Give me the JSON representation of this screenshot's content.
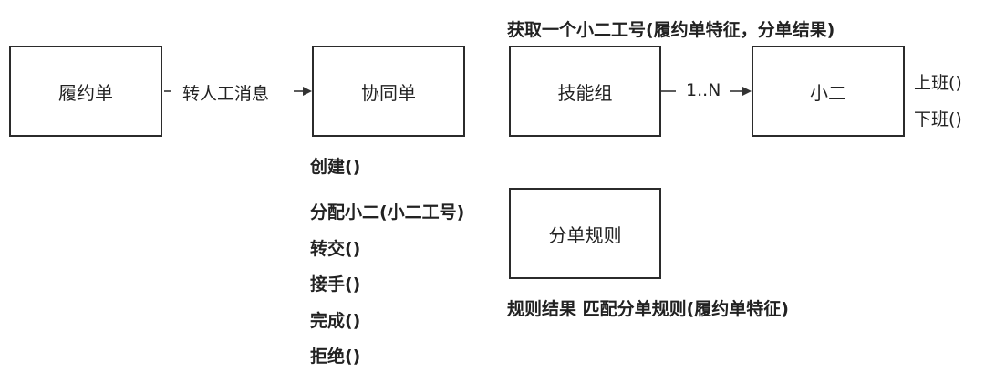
{
  "nodes": {
    "fulfillment_order": "履约单",
    "collab_order": "协同单",
    "skill_group": "技能组",
    "agent": "小二",
    "dispatch_rule": "分单规则"
  },
  "edges": {
    "transfer_message": "转人工消息",
    "cardinality": "1..N"
  },
  "annotations": {
    "get_agent_id": "获取一个小二工号(履约单特征，分单结果)",
    "rule_match": "规则结果 匹配分单规则(履约单特征)"
  },
  "agent_methods": [
    "上班()",
    "下班()"
  ],
  "collab_methods": {
    "create": "创建()",
    "list": [
      "分配小二(小二工号)",
      "转交()",
      "接手()",
      "完成()",
      "拒绝()"
    ]
  }
}
